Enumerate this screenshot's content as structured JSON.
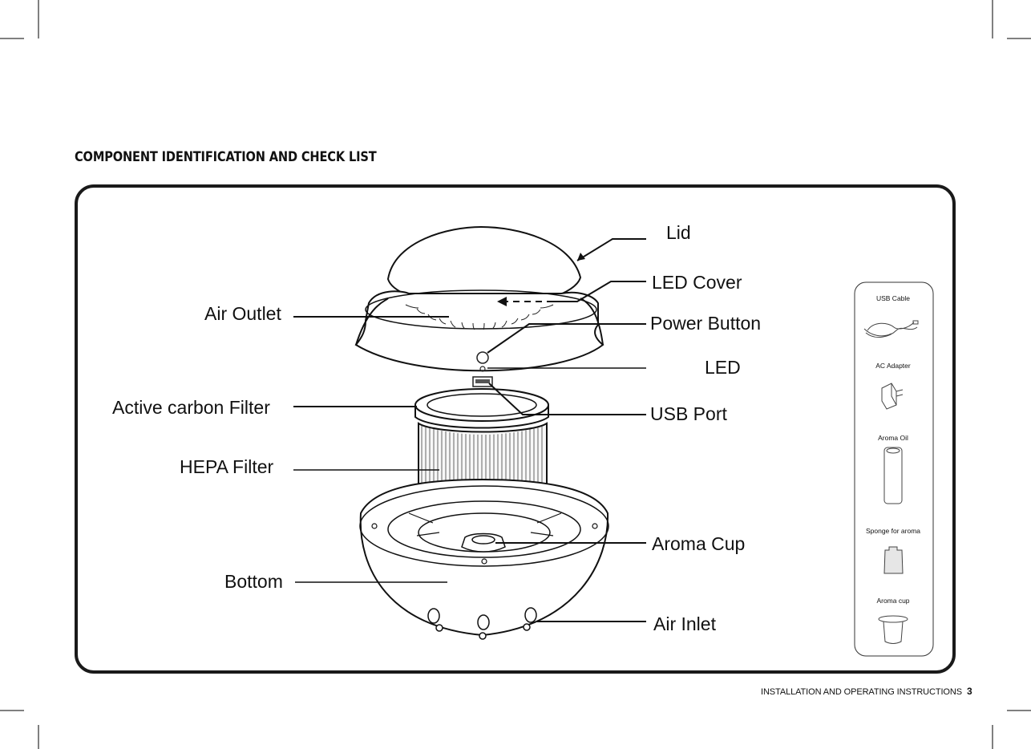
{
  "heading": "COMPONENT IDENTIFICATION AND CHECK LIST",
  "labels": {
    "lid": "Lid",
    "led_cover": "LED Cover",
    "air_outlet": "Air Outlet",
    "power_button": "Power Button",
    "led": "LED",
    "active_carbon_filter": "Active carbon Filter",
    "usb_port": "USB Port",
    "hepa_filter": "HEPA Filter",
    "aroma_cup": "Aroma Cup",
    "bottom": "Bottom",
    "air_inlet": "Air Inlet"
  },
  "accessories": [
    {
      "label": "USB Cable",
      "icon": "usb-cable-icon"
    },
    {
      "label": "AC  Adapter",
      "icon": "ac-adapter-icon"
    },
    {
      "label": "Aroma Oil",
      "icon": "aroma-oil-icon"
    },
    {
      "label": "Sponge for aroma",
      "icon": "sponge-icon"
    },
    {
      "label": "Aroma cup",
      "icon": "aroma-cup-icon"
    }
  ],
  "footer": {
    "text": "INSTALLATION AND OPERATING INSTRUCTIONS",
    "page_number": "3"
  }
}
